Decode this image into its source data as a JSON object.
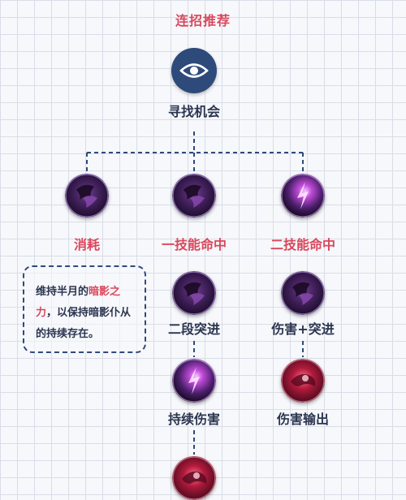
{
  "title": "连招推荐",
  "root": {
    "label": "寻找机会",
    "icon": "eye-icon"
  },
  "branches": {
    "left": {
      "label": "消耗",
      "icon": "skill-dark-icon"
    },
    "middle": {
      "label": "一技能命中",
      "icon": "skill-dark-icon"
    },
    "right": {
      "label": "二技能命中",
      "icon": "skill-spark-icon"
    }
  },
  "note": {
    "part1": "维持半月的",
    "highlight": "暗影之力",
    "part2": "，以保持暗影仆从的持续存在。"
  },
  "middle_chain": [
    {
      "label": "二段突进",
      "icon": "skill-dark-icon"
    },
    {
      "label": "持续伤害",
      "icon": "skill-spark-icon"
    },
    {
      "label": "",
      "icon": "skill-red-icon"
    }
  ],
  "right_chain": [
    {
      "label": "伤害+突进",
      "icon": "skill-dark-icon"
    },
    {
      "label": "伤害输出",
      "icon": "skill-red-icon"
    }
  ],
  "colors": {
    "accent_red": "#d9475c",
    "navy": "#2e4a7a",
    "text_dark": "#2b3550"
  }
}
